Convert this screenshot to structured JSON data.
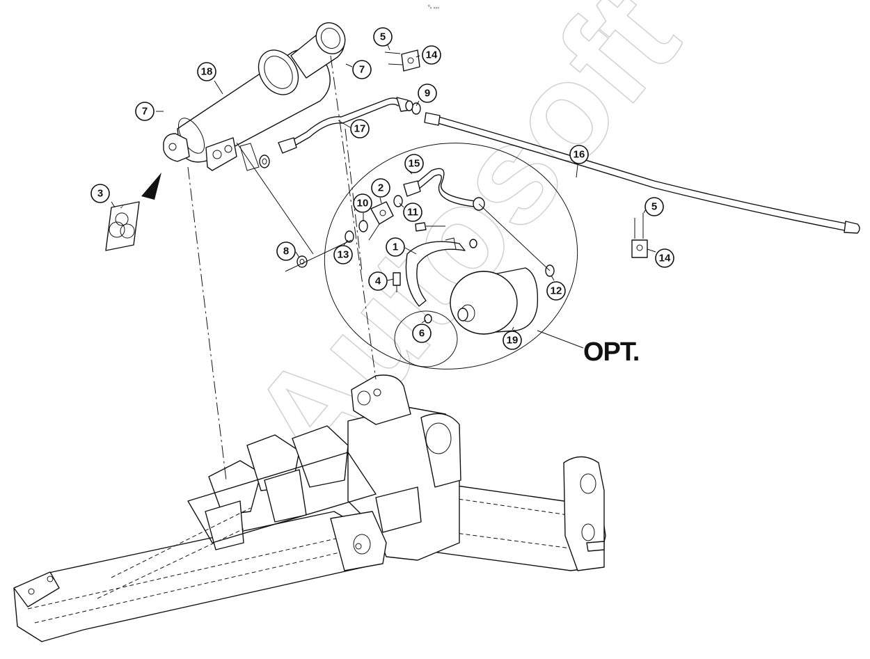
{
  "header": {
    "code": "⁰₀ ₀₀₀"
  },
  "option_label": "OPT.",
  "watermark": "Autosoft",
  "callouts": [
    {
      "id": "c1",
      "label": "1"
    },
    {
      "id": "c2",
      "label": "2"
    },
    {
      "id": "c3",
      "label": "3"
    },
    {
      "id": "c4",
      "label": "4"
    },
    {
      "id": "c5a",
      "label": "5"
    },
    {
      "id": "c5b",
      "label": "5"
    },
    {
      "id": "c6",
      "label": "6"
    },
    {
      "id": "c7a",
      "label": "7"
    },
    {
      "id": "c7b",
      "label": "7"
    },
    {
      "id": "c8",
      "label": "8"
    },
    {
      "id": "c9",
      "label": "9"
    },
    {
      "id": "c10",
      "label": "10"
    },
    {
      "id": "c11",
      "label": "11"
    },
    {
      "id": "c12",
      "label": "12"
    },
    {
      "id": "c13",
      "label": "13"
    },
    {
      "id": "c14a",
      "label": "14"
    },
    {
      "id": "c14b",
      "label": "14"
    },
    {
      "id": "c15",
      "label": "15"
    },
    {
      "id": "c16",
      "label": "16"
    },
    {
      "id": "c17",
      "label": "17"
    },
    {
      "id": "c18",
      "label": "18"
    },
    {
      "id": "c19",
      "label": "19"
    }
  ]
}
